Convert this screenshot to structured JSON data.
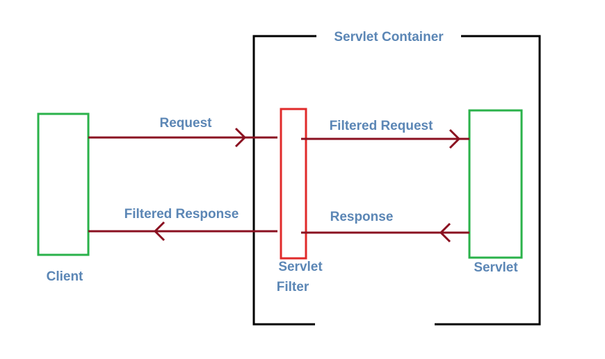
{
  "container": {
    "title": "Servlet Container"
  },
  "nodes": {
    "client": {
      "label": "Client"
    },
    "filter": {
      "label_line1": "Servlet",
      "label_line2": "Filter"
    },
    "servlet": {
      "label": "Servlet"
    }
  },
  "flows": {
    "request": "Request",
    "filtered_request": "Filtered Request",
    "response": "Response",
    "filtered_response": "Filtered Response"
  },
  "colors": {
    "client_box": "#2ab24a",
    "servlet_box": "#2ab24a",
    "filter_box": "#e02a2a",
    "arrow": "#8a1020",
    "container_border": "#000000",
    "label_text": "#5b86b5"
  }
}
